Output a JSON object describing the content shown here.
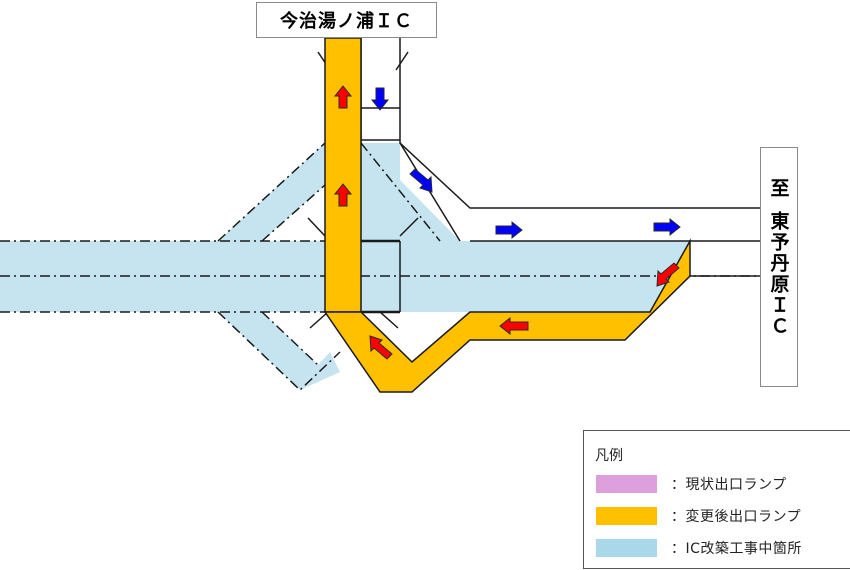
{
  "north_ic_label": "今治湯ノ浦ＩＣ",
  "east_label": {
    "to": "至",
    "name": "東予丹原ＩＣ"
  },
  "legend": {
    "title": "凡例",
    "items": [
      {
        "label": "：現状出口ランプ",
        "color": "#dda0dd"
      },
      {
        "label": "：変更後出口ランプ",
        "color": "#ffc000"
      },
      {
        "label": "：IC改築工事中箇所",
        "color": "#a8d8ea"
      }
    ]
  },
  "colors": {
    "construction": "#c5e4f0",
    "new_ramp": "#ffc000",
    "arrow_up_out": "#ff0000",
    "arrow_in": "#0000ff"
  }
}
